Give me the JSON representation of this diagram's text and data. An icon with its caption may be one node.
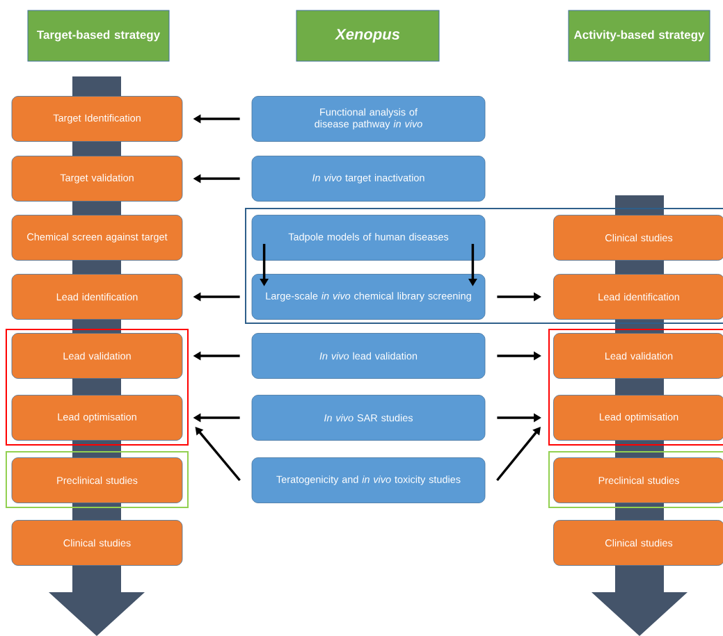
{
  "diagram": {
    "nodes": [
      {
        "text": [
          "Target-based strategy"
        ]
      },
      {
        "text": [
          "Xenopus"
        ]
      },
      {
        "text": [
          "Activity-based strategy"
        ]
      },
      {
        "text": [
          "Target Identification"
        ]
      },
      {
        "text": [
          "Target validation"
        ]
      },
      {
        "text": [
          "Chemical screen against target"
        ]
      },
      {
        "text": [
          "Lead identification"
        ]
      },
      {
        "text": [
          "Lead validation"
        ]
      },
      {
        "text": [
          "Lead optimisation"
        ]
      },
      {
        "text": [
          "Preclinical studies"
        ]
      },
      {
        "text": [
          "Clinical studies"
        ]
      },
      {
        "text": [
          "Functional analysis of disease pathway *in vivo*"
        ]
      },
      {
        "text": [
          "*In vivo* target inactivation"
        ]
      },
      {
        "text": [
          "Tadpole models of human diseases"
        ]
      },
      {
        "text": [
          "Large-scale *in vivo* chemical library screening"
        ]
      },
      {
        "text": [
          "*In vivo* lead validation"
        ]
      },
      {
        "text": [
          "*In vivo* SAR studies"
        ]
      },
      {
        "text": [
          "Teratogenicity and *in vivo* toxicity studies"
        ]
      },
      {
        "text": [
          "Clinical studies"
        ]
      },
      {
        "text": [
          "Lead identification"
        ]
      },
      {
        "text": [
          "Lead validation"
        ]
      },
      {
        "text": [
          "Lead optimisation"
        ]
      },
      {
        "text": [
          "Preclinical studies"
        ]
      },
      {
        "text": [
          "Clinical studies"
        ]
      }
    ],
    "edges": [
      {
        "from": 11,
        "to": 3,
        "arrow": "to"
      },
      {
        "from": 12,
        "to": 4,
        "arrow": "to"
      },
      {
        "from": 13,
        "to": 14,
        "arrow": "to"
      },
      {
        "from": 13,
        "to": 14,
        "arrow": "to"
      },
      {
        "from": 14,
        "to": 6,
        "arrow": "to"
      },
      {
        "from": 14,
        "to": 19,
        "arrow": "to"
      },
      {
        "from": 15,
        "to": 7,
        "arrow": "to"
      },
      {
        "from": 15,
        "to": 20,
        "arrow": "to"
      },
      {
        "from": 16,
        "to": 8,
        "arrow": "to"
      },
      {
        "from": 16,
        "to": 21,
        "arrow": "to"
      },
      {
        "from": 17,
        "to": 8,
        "arrow": "to"
      },
      {
        "from": 17,
        "to": 21,
        "arrow": "to"
      }
    ]
  }
}
